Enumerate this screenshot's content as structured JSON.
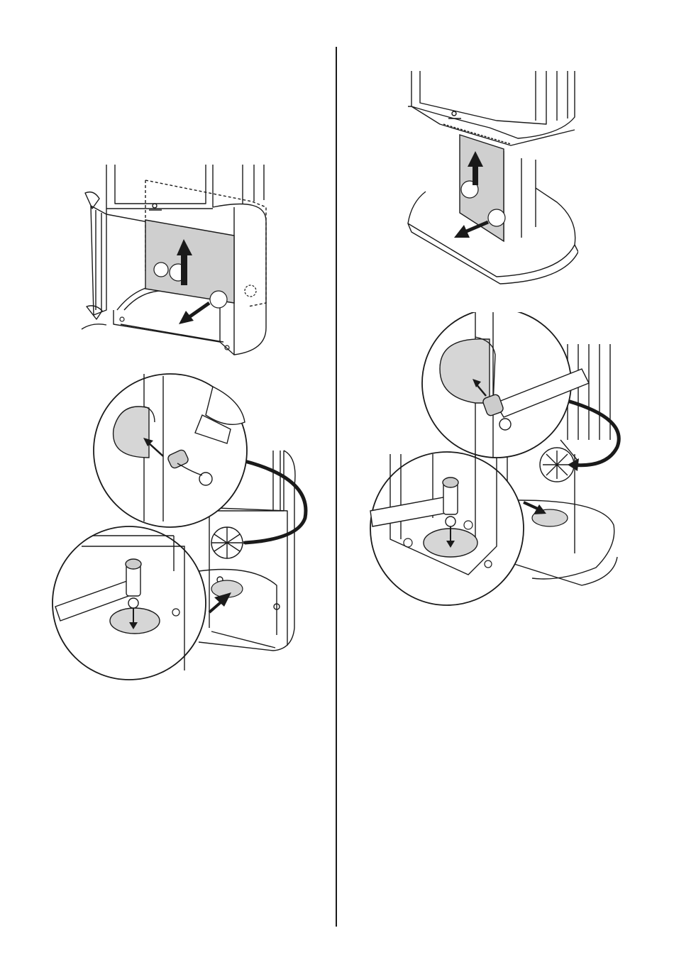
{
  "document": {
    "type": "installation-illustration-page",
    "text_content": []
  },
  "figures": [
    {
      "id": "left-top",
      "depicts": "stove-lower-front-panel-removal"
    },
    {
      "id": "left-bottom",
      "depicts": "knockout-removal-with-hammer"
    },
    {
      "id": "right-top",
      "depicts": "stove-pedestal-panel-removal"
    },
    {
      "id": "right-bottom",
      "depicts": "pedestal-knockout-removal-with-hammer"
    }
  ],
  "colors": {
    "line": "#1a1a1a",
    "panel_shade": "#cfcfcf",
    "knockout_shade": "#d6d6d6",
    "background": "#ffffff"
  }
}
